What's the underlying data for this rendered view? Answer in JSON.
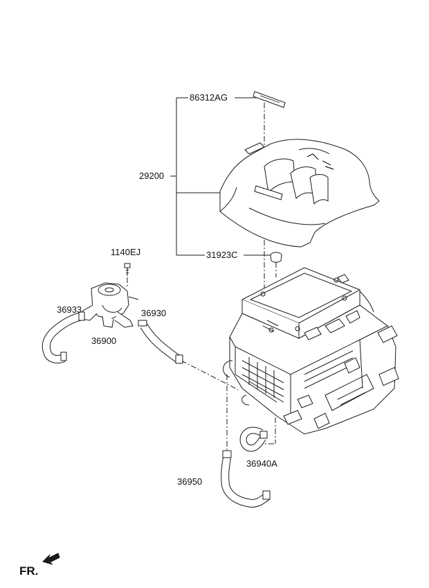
{
  "parts": {
    "emblem": "86312AG",
    "cover": "29200",
    "grommet": "31923C",
    "bolt": "1140EJ",
    "hose_left": "36933",
    "pump": "36900",
    "hose_right": "36930",
    "hose_bottom": "36950",
    "hose_small": "36940A"
  },
  "direction": {
    "label": "FR."
  },
  "colors": {
    "line": "#1a1a1a",
    "fill": "#ffffff",
    "shade": "#dcdcdc"
  }
}
